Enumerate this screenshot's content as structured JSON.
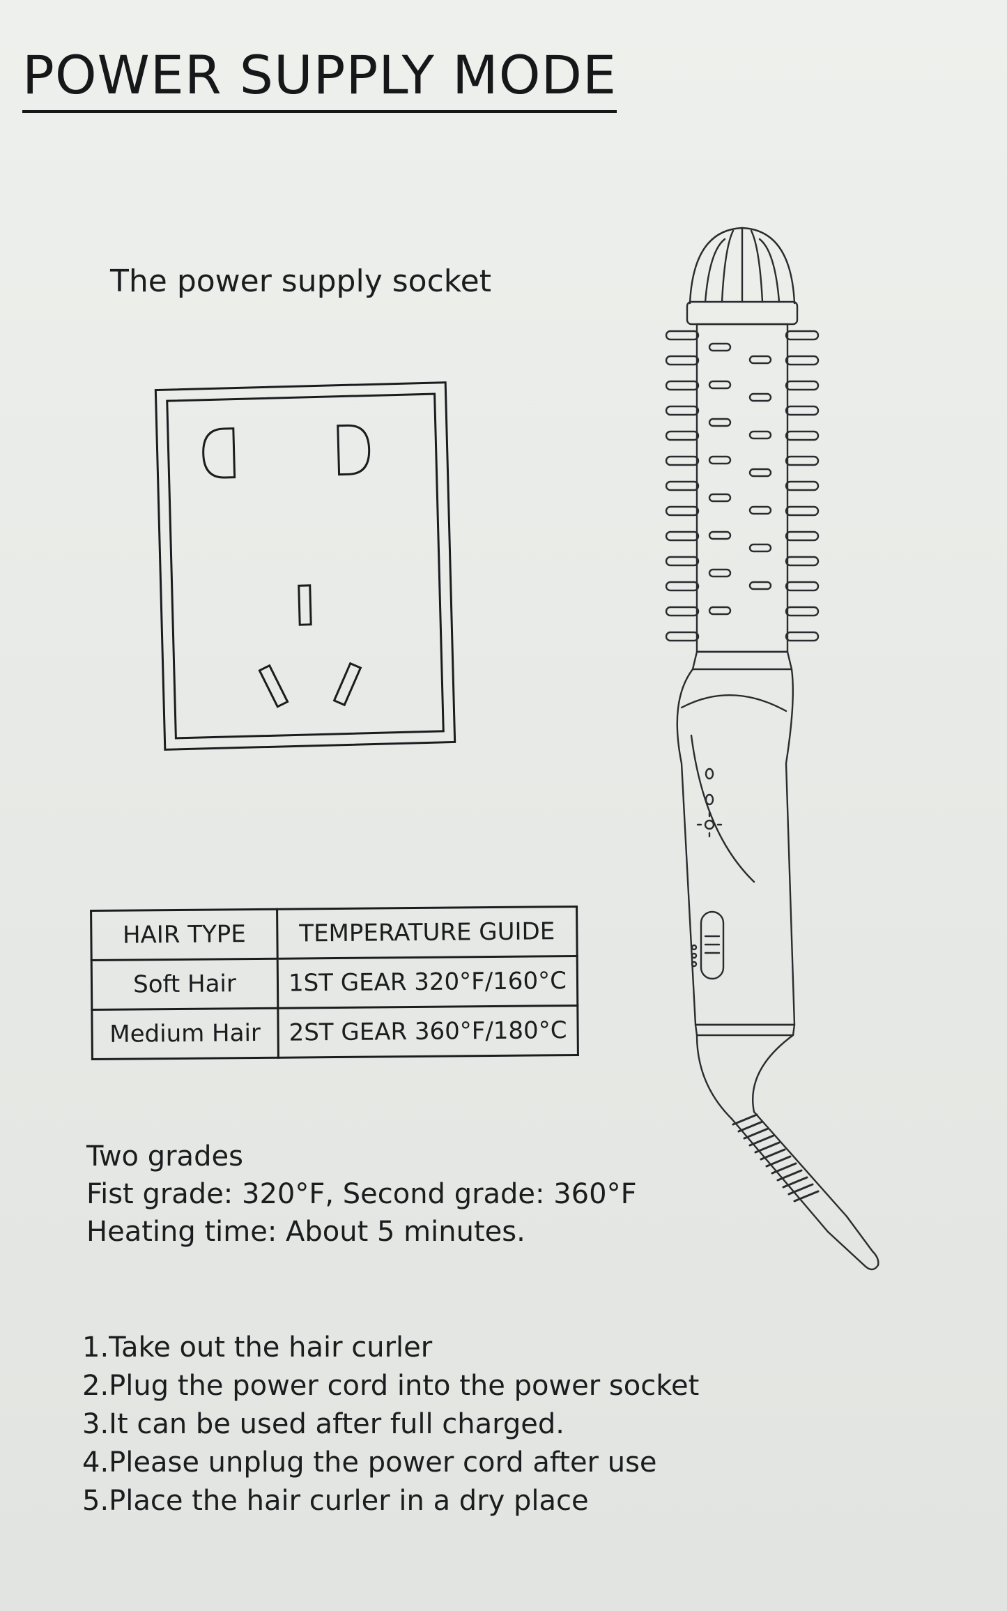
{
  "heading": {
    "title": "POWER SUPPLY MODE"
  },
  "socket": {
    "caption": "The power supply socket"
  },
  "table": {
    "headers": [
      "HAIR TYPE",
      "TEMPERATURE GUIDE"
    ],
    "rows": [
      [
        "Soft Hair",
        "1ST GEAR 320°F/160°C"
      ],
      [
        "Medium Hair",
        "2ST GEAR 360°F/180°C"
      ]
    ]
  },
  "grades": {
    "line1": "Two grades",
    "line2": "Fist grade: 320°F, Second grade: 360°F",
    "line3": "Heating time: About 5 minutes."
  },
  "steps": [
    "1.Take out the hair curler",
    "2.Plug the power cord into the power socket",
    "3.It can be used after full charged.",
    "4.Please unplug the power cord after use",
    "5.Place the hair curler in a dry place"
  ]
}
